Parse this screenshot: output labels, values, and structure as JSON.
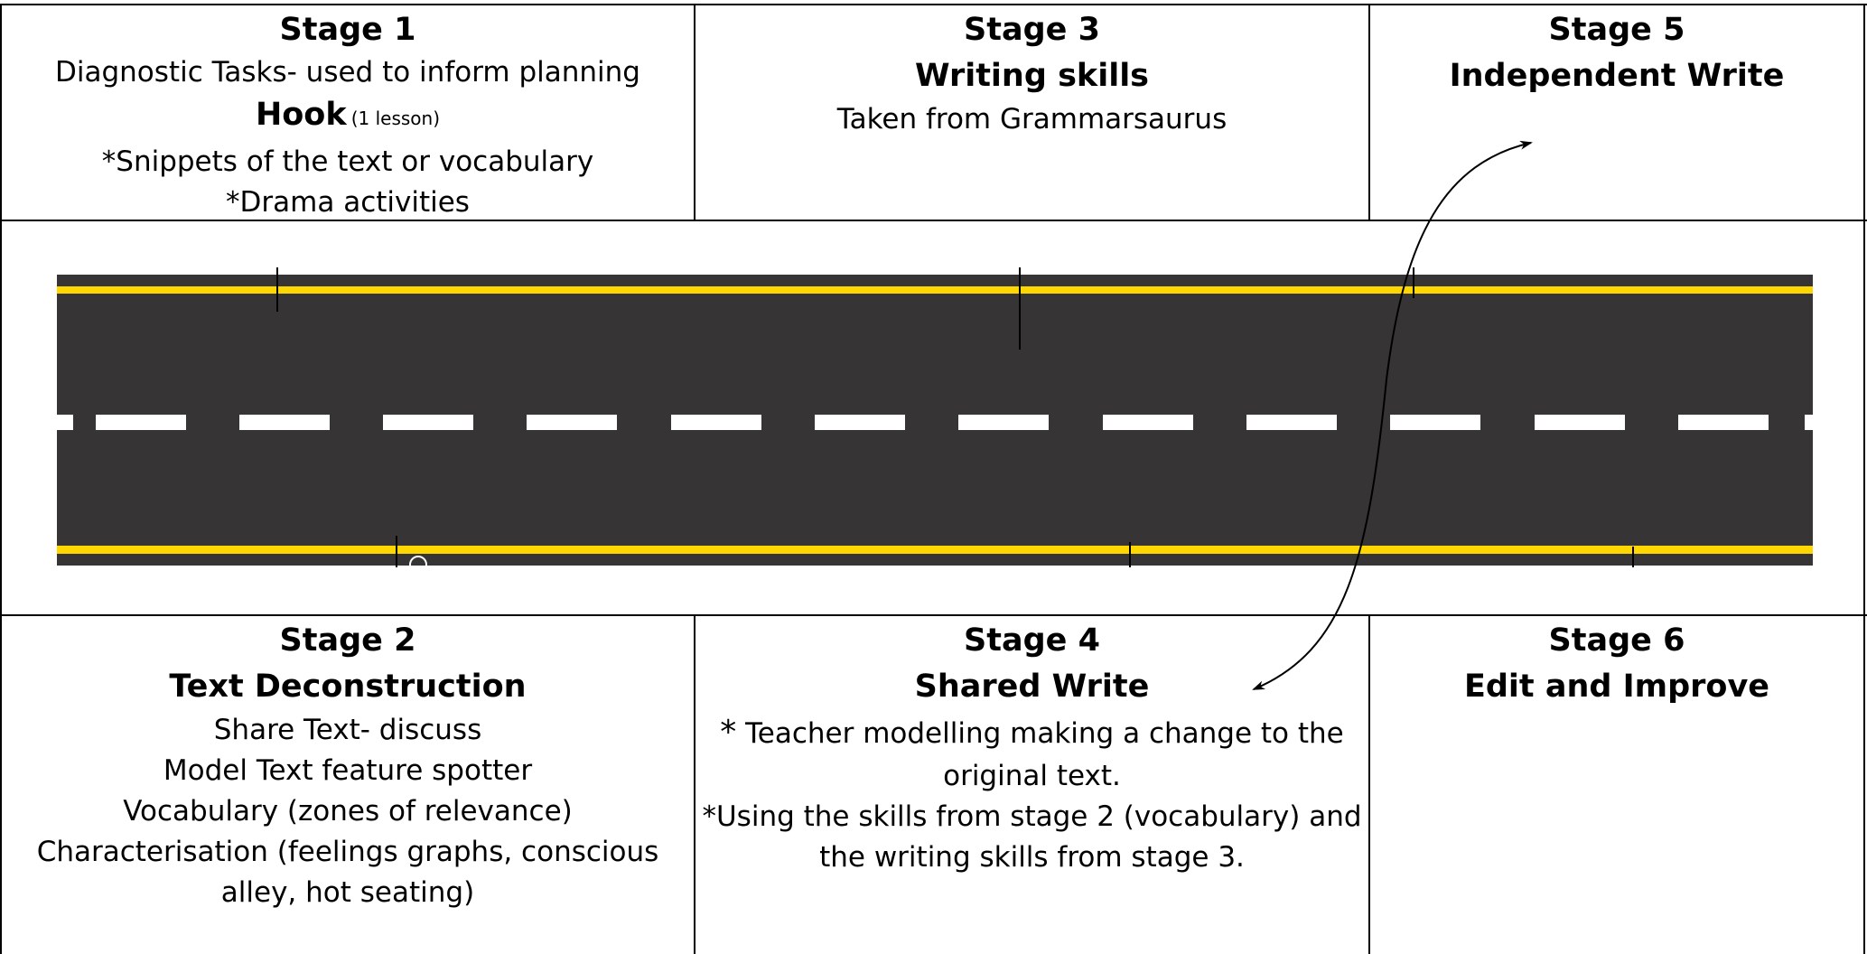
{
  "stages": {
    "s1": {
      "title": "Stage 1",
      "line1": "Diagnostic Tasks- used to inform planning",
      "hook_label": "Hook",
      "hook_note": "(1 lesson)",
      "bullet1": "*Snippets of the text or vocabulary",
      "bullet2": "*Drama activities"
    },
    "s3": {
      "title": "Stage 3",
      "subtitle": "Writing skills",
      "line1": "Taken from Grammarsaurus"
    },
    "s5": {
      "title": "Stage 5",
      "subtitle": "Independent Write"
    },
    "s2": {
      "title": "Stage 2",
      "subtitle": "Text Deconstruction",
      "line1": "Share Text- discuss",
      "line2": "Model Text feature spotter",
      "line3": "Vocabulary (zones of relevance)",
      "line4": "Characterisation (feelings graphs, conscious",
      "line5": "alley, hot seating)"
    },
    "s4": {
      "title": "Stage 4",
      "subtitle": "Shared Write",
      "star": "*",
      "line1": " Teacher modelling making a change to the",
      "line2": "original text.",
      "line3": "*Using the skills from stage 2 (vocabulary) and",
      "line4": "the writing skills from stage 3."
    },
    "s6": {
      "title": "Stage 6",
      "subtitle": "Edit and Improve"
    }
  },
  "colors": {
    "road": "#363435",
    "road_edge_line": "#ffd700",
    "lane_dash": "#ffffff",
    "border": "#000000"
  }
}
